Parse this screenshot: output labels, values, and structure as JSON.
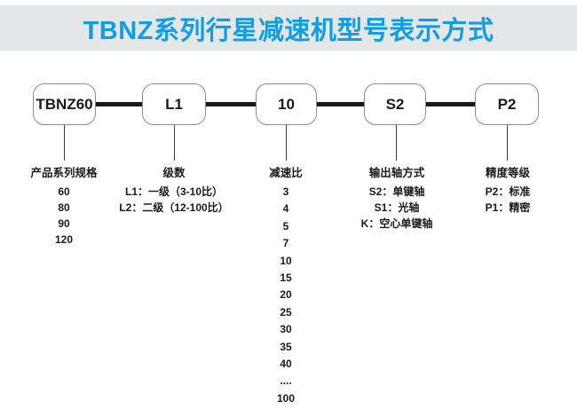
{
  "header": {
    "title": "TBNZ系列行星减速机型号表示方式"
  },
  "colors": {
    "header_bg": "#e5e6e8",
    "header_text": "#0f9de4",
    "box_border": "#8c8c8c",
    "line": "#1a1a1a",
    "text": "#1a1a1a"
  },
  "diagram": {
    "boxes": [
      {
        "label": "TBNZ60"
      },
      {
        "label": "L1"
      },
      {
        "label": "10"
      },
      {
        "label": "S2"
      },
      {
        "label": "P2"
      }
    ],
    "columns": [
      {
        "heading": "产品系列规格",
        "items": [
          "60",
          "80",
          "90",
          "120"
        ]
      },
      {
        "heading": "级数",
        "items": [
          "L1：一级（3-10比）",
          "L2：二级（12-100比）"
        ]
      },
      {
        "heading": "减速比",
        "items": [
          "3",
          "4",
          "5",
          "7",
          "10",
          "15",
          "20",
          "25",
          "30",
          "35",
          "40",
          "....",
          "100"
        ]
      },
      {
        "heading": "输出轴方式",
        "items": [
          "S2：单键轴",
          "S1：光轴",
          "K：空心单键轴"
        ]
      },
      {
        "heading": "精度等级",
        "items": [
          "P2：标准",
          "P1：精密"
        ]
      }
    ]
  }
}
